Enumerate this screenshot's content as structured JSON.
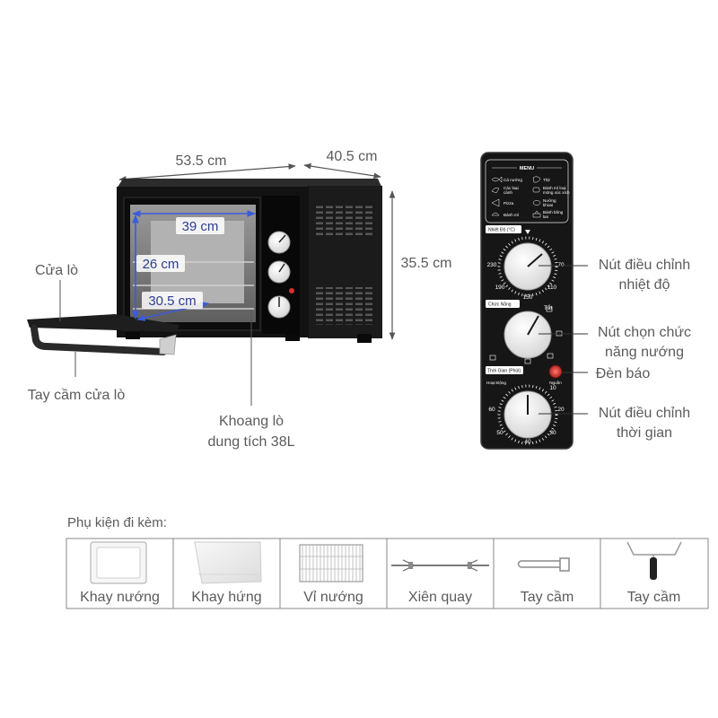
{
  "dimensions": {
    "outer_width": "53.5 cm",
    "outer_depth": "40.5 cm",
    "outer_height": "35.5 cm",
    "chamber_width": "39 cm",
    "chamber_height": "26 cm",
    "chamber_depth": "30.5 cm"
  },
  "callouts": {
    "door": "Cửa lò",
    "door_handle": "Tay cầm cửa lò",
    "chamber_line1": "Khoang lò",
    "chamber_line2": "dung tích 38L",
    "temp_knob_line1": "Nút điều chỉnh",
    "temp_knob_line2": "nhiệt độ",
    "function_knob_line1": "Nút chọn chức",
    "function_knob_line2": "năng nướng",
    "indicator": "Đèn báo",
    "timer_knob_line1": "Nút điều chỉnh",
    "timer_knob_line2": "thời gian"
  },
  "control_panel": {
    "menu_title": "MENU",
    "menu_items": [
      {
        "lines": [
          "Cá nướng"
        ],
        "icon": "fish-icon"
      },
      {
        "lines": [
          "Thịt"
        ],
        "icon": "meat-icon"
      },
      {
        "lines": [
          "Các loại",
          "cánh"
        ],
        "icon": "wings-icon"
      },
      {
        "lines": [
          "Bánh mì loại",
          "mỏng xúc xích"
        ],
        "icon": "toast-icon"
      },
      {
        "lines": [
          "Pizza"
        ],
        "icon": "pizza-icon"
      },
      {
        "lines": [
          "Nướng",
          "khoai"
        ],
        "icon": "potato-icon"
      },
      {
        "lines": [
          "Bánh mì"
        ],
        "icon": "bread-icon"
      },
      {
        "lines": [
          "Bánh bông",
          "lan"
        ],
        "icon": "cake-icon"
      }
    ],
    "temp_label": "Nhiệt Độ (°C)",
    "temp_ticks": [
      "230",
      "190",
      "150",
      "110",
      "70"
    ],
    "function_label": "Chức Năng",
    "off_label": "Tắt",
    "timer_label": "Thời Gian (Phút)",
    "power_label": "Nguồn",
    "active_label": "Hoạt Động",
    "timer_ticks": [
      "60",
      "50",
      "40",
      "30",
      "20",
      "10"
    ]
  },
  "accessories": {
    "heading": "Phụ kiện đi kèm:",
    "items": [
      {
        "label": "Khay nướng",
        "icon": "baking-tray-icon"
      },
      {
        "label": "Khay hứng",
        "icon": "drip-tray-icon"
      },
      {
        "label": "Vỉ nướng",
        "icon": "wire-rack-icon"
      },
      {
        "label": "Xiên quay",
        "icon": "rotisserie-skewer-icon"
      },
      {
        "label": "Tay cầm",
        "icon": "rotisserie-handle-icon"
      },
      {
        "label": "Tay cầm",
        "icon": "tray-handle-icon"
      }
    ]
  },
  "colors": {
    "text_gray": "#5b5b5b",
    "dimension_blue": "#3b5bdb",
    "oven_black": "#141414",
    "indicator_red": "#d8322c"
  }
}
